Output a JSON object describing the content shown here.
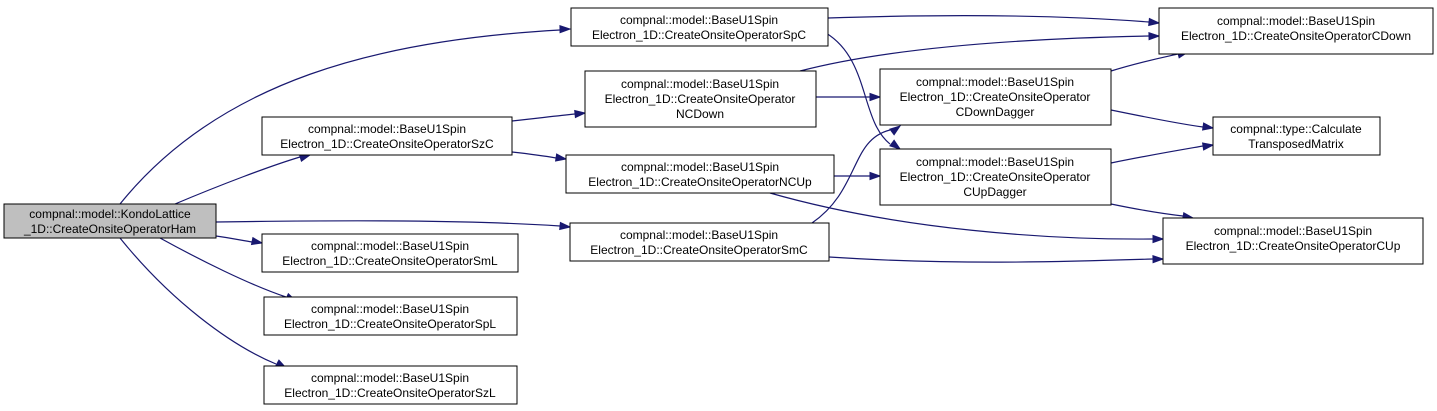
{
  "colors": {
    "edge": "#191970",
    "root_fill": "#bfbfbf",
    "node_fill": "#ffffff",
    "node_border": "#000000"
  },
  "nodes": {
    "ham": {
      "line1": "compnal::model::KondoLattice",
      "line2": "_1D::CreateOnsiteOperatorHam",
      "line3": ""
    },
    "szc": {
      "line1": "compnal::model::BaseU1Spin",
      "line2": "Electron_1D::CreateOnsiteOperatorSzC",
      "line3": ""
    },
    "sml": {
      "line1": "compnal::model::BaseU1Spin",
      "line2": "Electron_1D::CreateOnsiteOperatorSmL",
      "line3": ""
    },
    "spl": {
      "line1": "compnal::model::BaseU1Spin",
      "line2": "Electron_1D::CreateOnsiteOperatorSpL",
      "line3": ""
    },
    "szl": {
      "line1": "compnal::model::BaseU1Spin",
      "line2": "Electron_1D::CreateOnsiteOperatorSzL",
      "line3": ""
    },
    "spc": {
      "line1": "compnal::model::BaseU1Spin",
      "line2": "Electron_1D::CreateOnsiteOperatorSpC",
      "line3": ""
    },
    "ncdown": {
      "line1": "compnal::model::BaseU1Spin",
      "line2": "Electron_1D::CreateOnsiteOperator",
      "line3": "NCDown"
    },
    "ncup": {
      "line1": "compnal::model::BaseU1Spin",
      "line2": "Electron_1D::CreateOnsiteOperatorNCUp",
      "line3": ""
    },
    "smc": {
      "line1": "compnal::model::BaseU1Spin",
      "line2": "Electron_1D::CreateOnsiteOperatorSmC",
      "line3": ""
    },
    "cdowndg": {
      "line1": "compnal::model::BaseU1Spin",
      "line2": "Electron_1D::CreateOnsiteOperator",
      "line3": "CDownDagger"
    },
    "cupdg": {
      "line1": "compnal::model::BaseU1Spin",
      "line2": "Electron_1D::CreateOnsiteOperator",
      "line3": "CUpDagger"
    },
    "cdown": {
      "line1": "compnal::model::BaseU1Spin",
      "line2": "Electron_1D::CreateOnsiteOperatorCDown",
      "line3": ""
    },
    "transp": {
      "line1": "compnal::type::Calculate",
      "line2": "TransposedMatrix",
      "line3": ""
    },
    "cup": {
      "line1": "compnal::model::BaseU1Spin",
      "line2": "Electron_1D::CreateOnsiteOperatorCUp",
      "line3": ""
    }
  },
  "edges": [
    {
      "from": "ham",
      "to": "spc"
    },
    {
      "from": "ham",
      "to": "szc"
    },
    {
      "from": "ham",
      "to": "smc"
    },
    {
      "from": "ham",
      "to": "sml"
    },
    {
      "from": "ham",
      "to": "spl"
    },
    {
      "from": "ham",
      "to": "szl"
    },
    {
      "from": "spc",
      "to": "cdown"
    },
    {
      "from": "spc",
      "to": "cupdg"
    },
    {
      "from": "szc",
      "to": "ncdown"
    },
    {
      "from": "szc",
      "to": "ncup"
    },
    {
      "from": "ncdown",
      "to": "cdown"
    },
    {
      "from": "ncdown",
      "to": "cdowndg"
    },
    {
      "from": "ncup",
      "to": "cupdg"
    },
    {
      "from": "ncup",
      "to": "cup"
    },
    {
      "from": "smc",
      "to": "cdowndg"
    },
    {
      "from": "smc",
      "to": "cup"
    },
    {
      "from": "cdowndg",
      "to": "cdown"
    },
    {
      "from": "cdowndg",
      "to": "transp"
    },
    {
      "from": "cupdg",
      "to": "transp"
    },
    {
      "from": "cupdg",
      "to": "cup"
    }
  ]
}
